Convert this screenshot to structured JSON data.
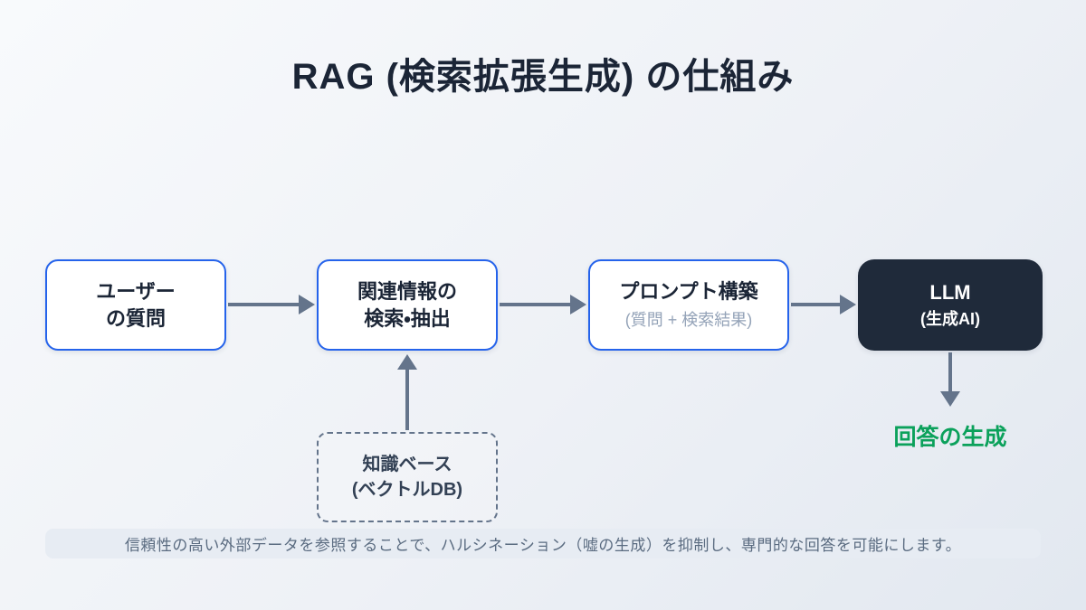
{
  "title": "RAG (検索拡張生成) の仕組み",
  "nodes": {
    "user_question": {
      "line1": "ユーザー",
      "line2": "の質問"
    },
    "retrieval": {
      "line1": "関連情報の",
      "line2": "検索・抽出"
    },
    "prompt_build": {
      "line1": "プロンプト構築",
      "line2": "(質問 + 検索結果)"
    },
    "llm": {
      "line1": "LLM",
      "line2": "(生成AI)"
    },
    "knowledge_base": {
      "line1": "知識ベース",
      "line2": "(ベクトルDB)"
    }
  },
  "output_label": "回答の生成",
  "note": "信頼性の高い外部データを参照することで、ハルシネーション（嘘の生成）を抑制し、専門的な回答を可能にします。",
  "colors": {
    "accent_blue": "#2563eb",
    "dark_navy": "#1f2a3a",
    "arrow_gray": "#64748b",
    "success_green": "#0ba15b",
    "muted_gray": "#94a3b8"
  }
}
